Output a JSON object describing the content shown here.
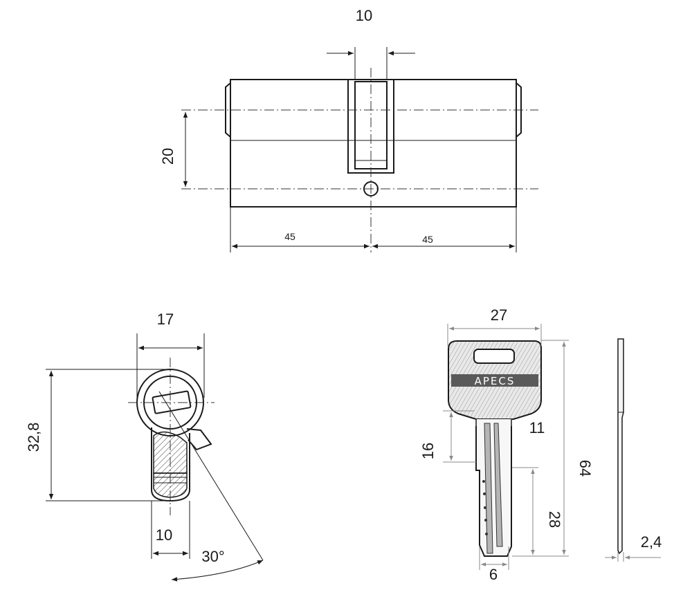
{
  "drawing": {
    "cylinder_front": {
      "cam_width": "10",
      "axis_offset": "20",
      "left_length": "45",
      "right_length": "45"
    },
    "cylinder_profile": {
      "width": "17",
      "height": "32,8",
      "bottom_width": "10",
      "cam_angle": "30°"
    },
    "key": {
      "brand": "APECS",
      "head_width": "27",
      "shoulder_width": "11",
      "head_length": "16",
      "total_length": "64",
      "blade_length": "28",
      "tip_width": "6",
      "thickness": "2,4"
    }
  }
}
